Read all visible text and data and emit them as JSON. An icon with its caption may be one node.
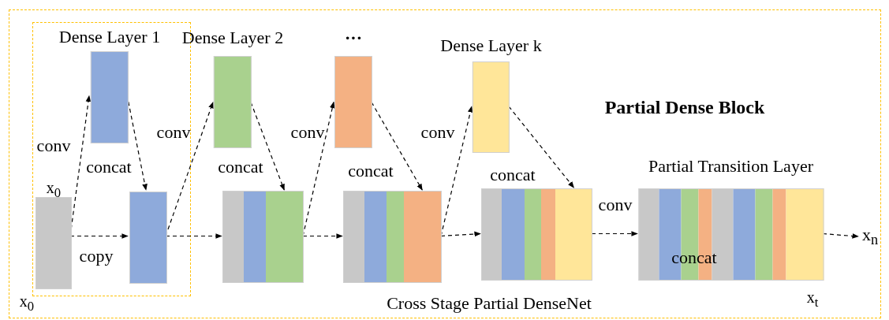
{
  "diagram": {
    "caption": "Cross Stage Partial DenseNet",
    "nodes": [
      {
        "text": [
          "Partial Dense Block"
        ]
      },
      {
        "text": [],
        "shape": "box",
        "in": 0
      },
      {
        "text": [
          "x$_{0}$"
        ],
        "beside": [
          "x$_{0}$"
        ],
        "in": 1
      },
      {
        "text": [
          "Dense Layer 1"
        ],
        "in": 1
      },
      {
        "text": [],
        "shape": "bar",
        "in": 1
      },
      {
        "text": [
          "Dense Layer 2"
        ],
        "in": 0
      },
      {
        "text": [],
        "shape": "bar",
        "in": 0
      },
      {
        "text": [
          "···"
        ],
        "in": 0
      },
      {
        "text": [],
        "shape": "bar",
        "in": 0
      },
      {
        "text": [
          "Dense Layer k"
        ],
        "in": 0
      },
      {
        "text": [],
        "shape": "bar",
        "in": 0
      },
      {
        "text": [
          "Partial Transition Layer"
        ],
        "beside": [
          "x$_{t}$"
        ],
        "in": 0
      },
      {
        "text": [
          "x$_{n}$"
        ],
        "in": 0
      }
    ],
    "edges": [
      {
        "from": 2,
        "to": 3,
        "arrow": "to",
        "label": "conv",
        "style": "dashed"
      },
      {
        "from": 3,
        "to": 4,
        "arrow": "to",
        "label": "concat",
        "style": "dashed"
      },
      {
        "from": 2,
        "to": 4,
        "arrow": "to",
        "label": "copy",
        "style": "dashed"
      },
      {
        "from": 4,
        "to": 5,
        "arrow": "to",
        "label": "conv",
        "style": "dashed"
      },
      {
        "from": 5,
        "to": 6,
        "arrow": "to",
        "label": "concat",
        "style": "dashed"
      },
      {
        "from": 4,
        "to": 6,
        "arrow": "to",
        "style": "dashed"
      },
      {
        "from": 6,
        "to": 7,
        "arrow": "to",
        "label": "conv",
        "style": "dashed"
      },
      {
        "from": 7,
        "to": 8,
        "arrow": "to",
        "label": "concat",
        "style": "dashed"
      },
      {
        "from": 6,
        "to": 8,
        "arrow": "to",
        "style": "dashed"
      },
      {
        "from": 8,
        "to": 9,
        "arrow": "to",
        "label": "conv",
        "style": "dashed"
      },
      {
        "from": 9,
        "to": 10,
        "arrow": "to",
        "label": "concat",
        "style": "dashed"
      },
      {
        "from": 8,
        "to": 10,
        "arrow": "to",
        "style": "dashed"
      },
      {
        "from": 10,
        "to": 11,
        "arrow": "to",
        "label": "conv",
        "style": "dashed"
      },
      {
        "from": 11,
        "to": 12,
        "arrow": "to",
        "style": "dashed"
      }
    ],
    "labels": [
      "concat"
    ]
  }
}
